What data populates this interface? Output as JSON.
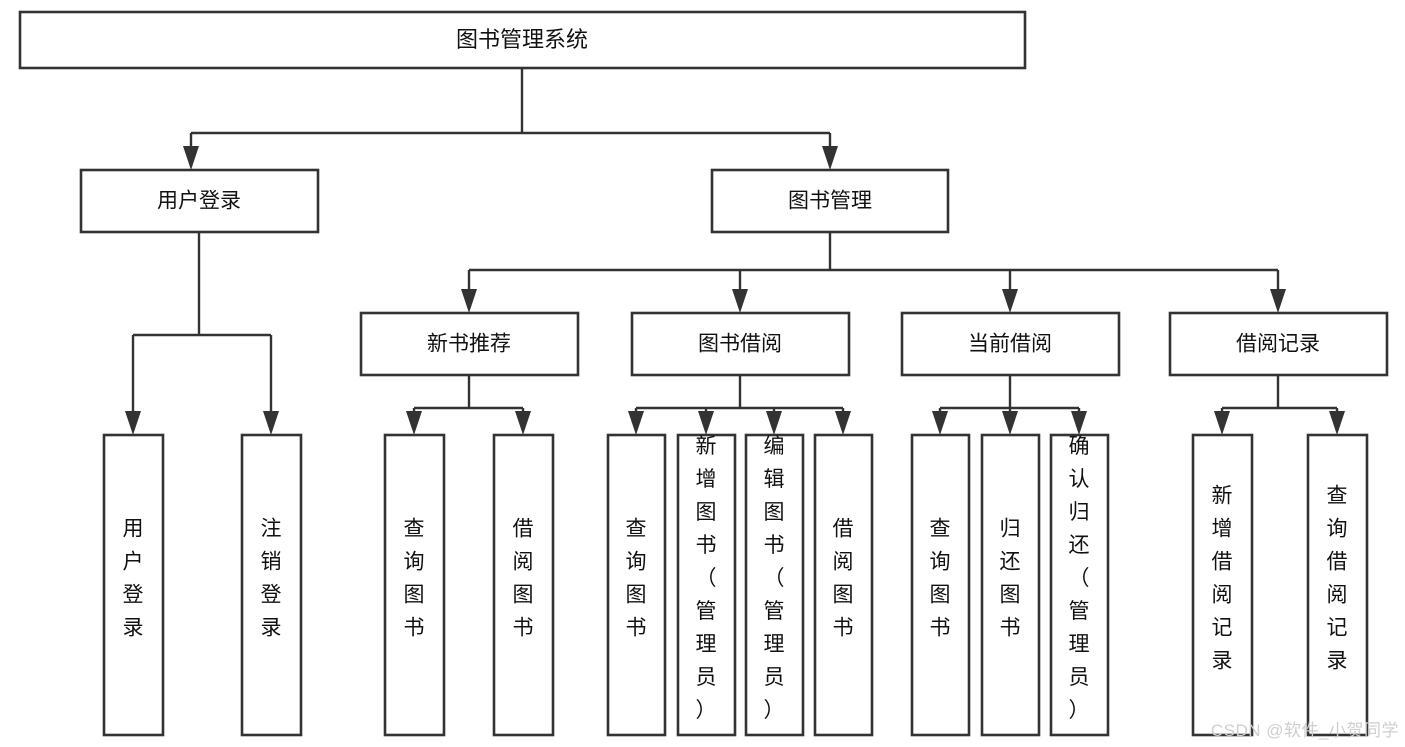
{
  "diagram": {
    "title": "图书管理系统",
    "type": "tree-hierarchy-diagram",
    "background_color": "#ffffff",
    "line_color": "#333333",
    "box_fill": "#ffffff",
    "text_color": "#111111",
    "root": {
      "label": "图书管理系统"
    },
    "level2": [
      {
        "label": "用户登录"
      },
      {
        "label": "图书管理"
      }
    ],
    "level3": [
      {
        "label": "新书推荐"
      },
      {
        "label": "图书借阅"
      },
      {
        "label": "当前借阅"
      },
      {
        "label": "借阅记录"
      }
    ],
    "leaves": {
      "user_login": [
        {
          "label": "用户登录"
        },
        {
          "label": "注销登录"
        }
      ],
      "new_book_recommend": [
        {
          "label": "查询图书"
        },
        {
          "label": "借阅图书"
        }
      ],
      "book_borrow": [
        {
          "label": "查询图书"
        },
        {
          "label": "新增图书（管理员）"
        },
        {
          "label": "编辑图书（管理员）"
        },
        {
          "label": "借阅图书"
        }
      ],
      "current_borrow": [
        {
          "label": "查询图书"
        },
        {
          "label": "归还图书"
        },
        {
          "label": "确认归还（管理员）"
        }
      ],
      "borrow_record": [
        {
          "label": "新增借阅记录"
        },
        {
          "label": "查询借阅记录"
        }
      ]
    }
  },
  "watermark": {
    "text": "CSDN @软件_小贺同学"
  }
}
